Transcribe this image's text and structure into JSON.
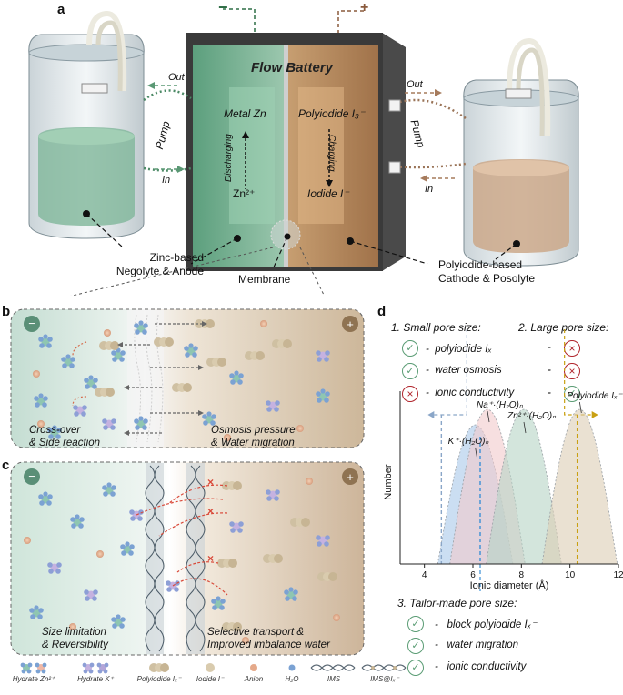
{
  "panel_labels": {
    "a": "a",
    "b": "b",
    "c": "c",
    "d": "d"
  },
  "panel_a": {
    "title": "Flow Battery",
    "minus_sign": "−",
    "plus_sign": "+",
    "left_tank": {
      "out": "Out",
      "in": "In",
      "pump": "Pump"
    },
    "right_tank": {
      "out": "Out",
      "in": "In",
      "pump": "Pump"
    },
    "anode_side": {
      "top": "Metal Zn",
      "bottom": "Zn²⁺",
      "process": "Discharging"
    },
    "cathode_side": {
      "top": "Polyiodide I₃⁻",
      "bottom": "Iodide I⁻",
      "process": "Charging"
    },
    "callout_left": [
      "Zinc-based",
      "Negolyte & Anode"
    ],
    "callout_mid": "Membrane",
    "callout_right": [
      "Polyiodide-based",
      "Cathode & Posolyte"
    ]
  },
  "panel_b": {
    "caption_left": [
      "Cross-over",
      "& Side reaction"
    ],
    "caption_right": [
      "Osmosis pressure",
      "& Water migration"
    ],
    "minus_sign": "−",
    "plus_sign": "+"
  },
  "panel_c": {
    "caption_left": [
      "Size limitation",
      "& Reversibility"
    ],
    "caption_right": [
      "Selective transport &",
      "Improved imbalance water"
    ],
    "minus_sign": "−",
    "plus_sign": "+"
  },
  "panel_d": {
    "small_pore": "1. Small pore size:",
    "large_pore": "2. Large pore size:",
    "tailor_pore": "3. Tailor-made pore size:",
    "property_rows": [
      {
        "label": "polyiodide Iₓ⁻",
        "small": "check",
        "large": "cross"
      },
      {
        "label": "water osmosis",
        "small": "check",
        "large": "cross"
      },
      {
        "label": "ionic conductivity",
        "small": "cross",
        "large": "check"
      }
    ],
    "tailor_rows": [
      "block polyiodide Iₓ⁻",
      "water migration",
      "ionic conductivity"
    ],
    "dash": "-"
  },
  "chart_data": {
    "type": "area",
    "xlabel": "Ionic diameter (Å)",
    "ylabel": "Number",
    "xlim": [
      3,
      12
    ],
    "x_ticks": [
      4,
      6,
      8,
      10,
      12
    ],
    "grid": false,
    "series": [
      {
        "name": "K⁺·(H₂O)ₙ",
        "center": 6.1,
        "color": "#a8c8ea"
      },
      {
        "name": "Na⁺·(H₂O)ₙ",
        "center": 6.6,
        "color": "#f2c9cc"
      },
      {
        "name": "Zn²⁺·(H₂O)ₙ",
        "center": 8.1,
        "color": "#b6d3c4"
      },
      {
        "name": "Polyiodide Iₓ⁻",
        "center": 10.4,
        "color": "#dccdb4"
      }
    ],
    "pore_markers": [
      {
        "x": 4.7,
        "color": "#8aa6c8",
        "side": "left"
      },
      {
        "x": 6.3,
        "color": "#3b8fd6",
        "side": "tailor"
      },
      {
        "x": 10.3,
        "color": "#c9a012",
        "side": "right"
      }
    ]
  },
  "legend": [
    {
      "label": "Hydrate Zn²⁺",
      "icon": "hydrate-zn-icon"
    },
    {
      "label": "Hydrate K⁺",
      "icon": "hydrate-k-icon"
    },
    {
      "label": "Polyiodide Iₓ⁻",
      "icon": "polyiodide-icon"
    },
    {
      "label": "Iodide I⁻",
      "icon": "iodide-icon"
    },
    {
      "label": "Anion",
      "icon": "anion-icon"
    },
    {
      "label": "H₂O",
      "icon": "water-icon"
    },
    {
      "label": "IMS",
      "icon": "ims-icon"
    },
    {
      "label": "IMS@Iₓ⁻",
      "icon": "ims-iodine-icon"
    }
  ],
  "colors": {
    "anode_green": "#7fbf9c",
    "cathode_brown": "#c69a66",
    "check_green": "#5a9c74",
    "cross_red": "#b0242b",
    "pore_blue": "#3b8fd6",
    "pore_gold": "#c9a012"
  }
}
